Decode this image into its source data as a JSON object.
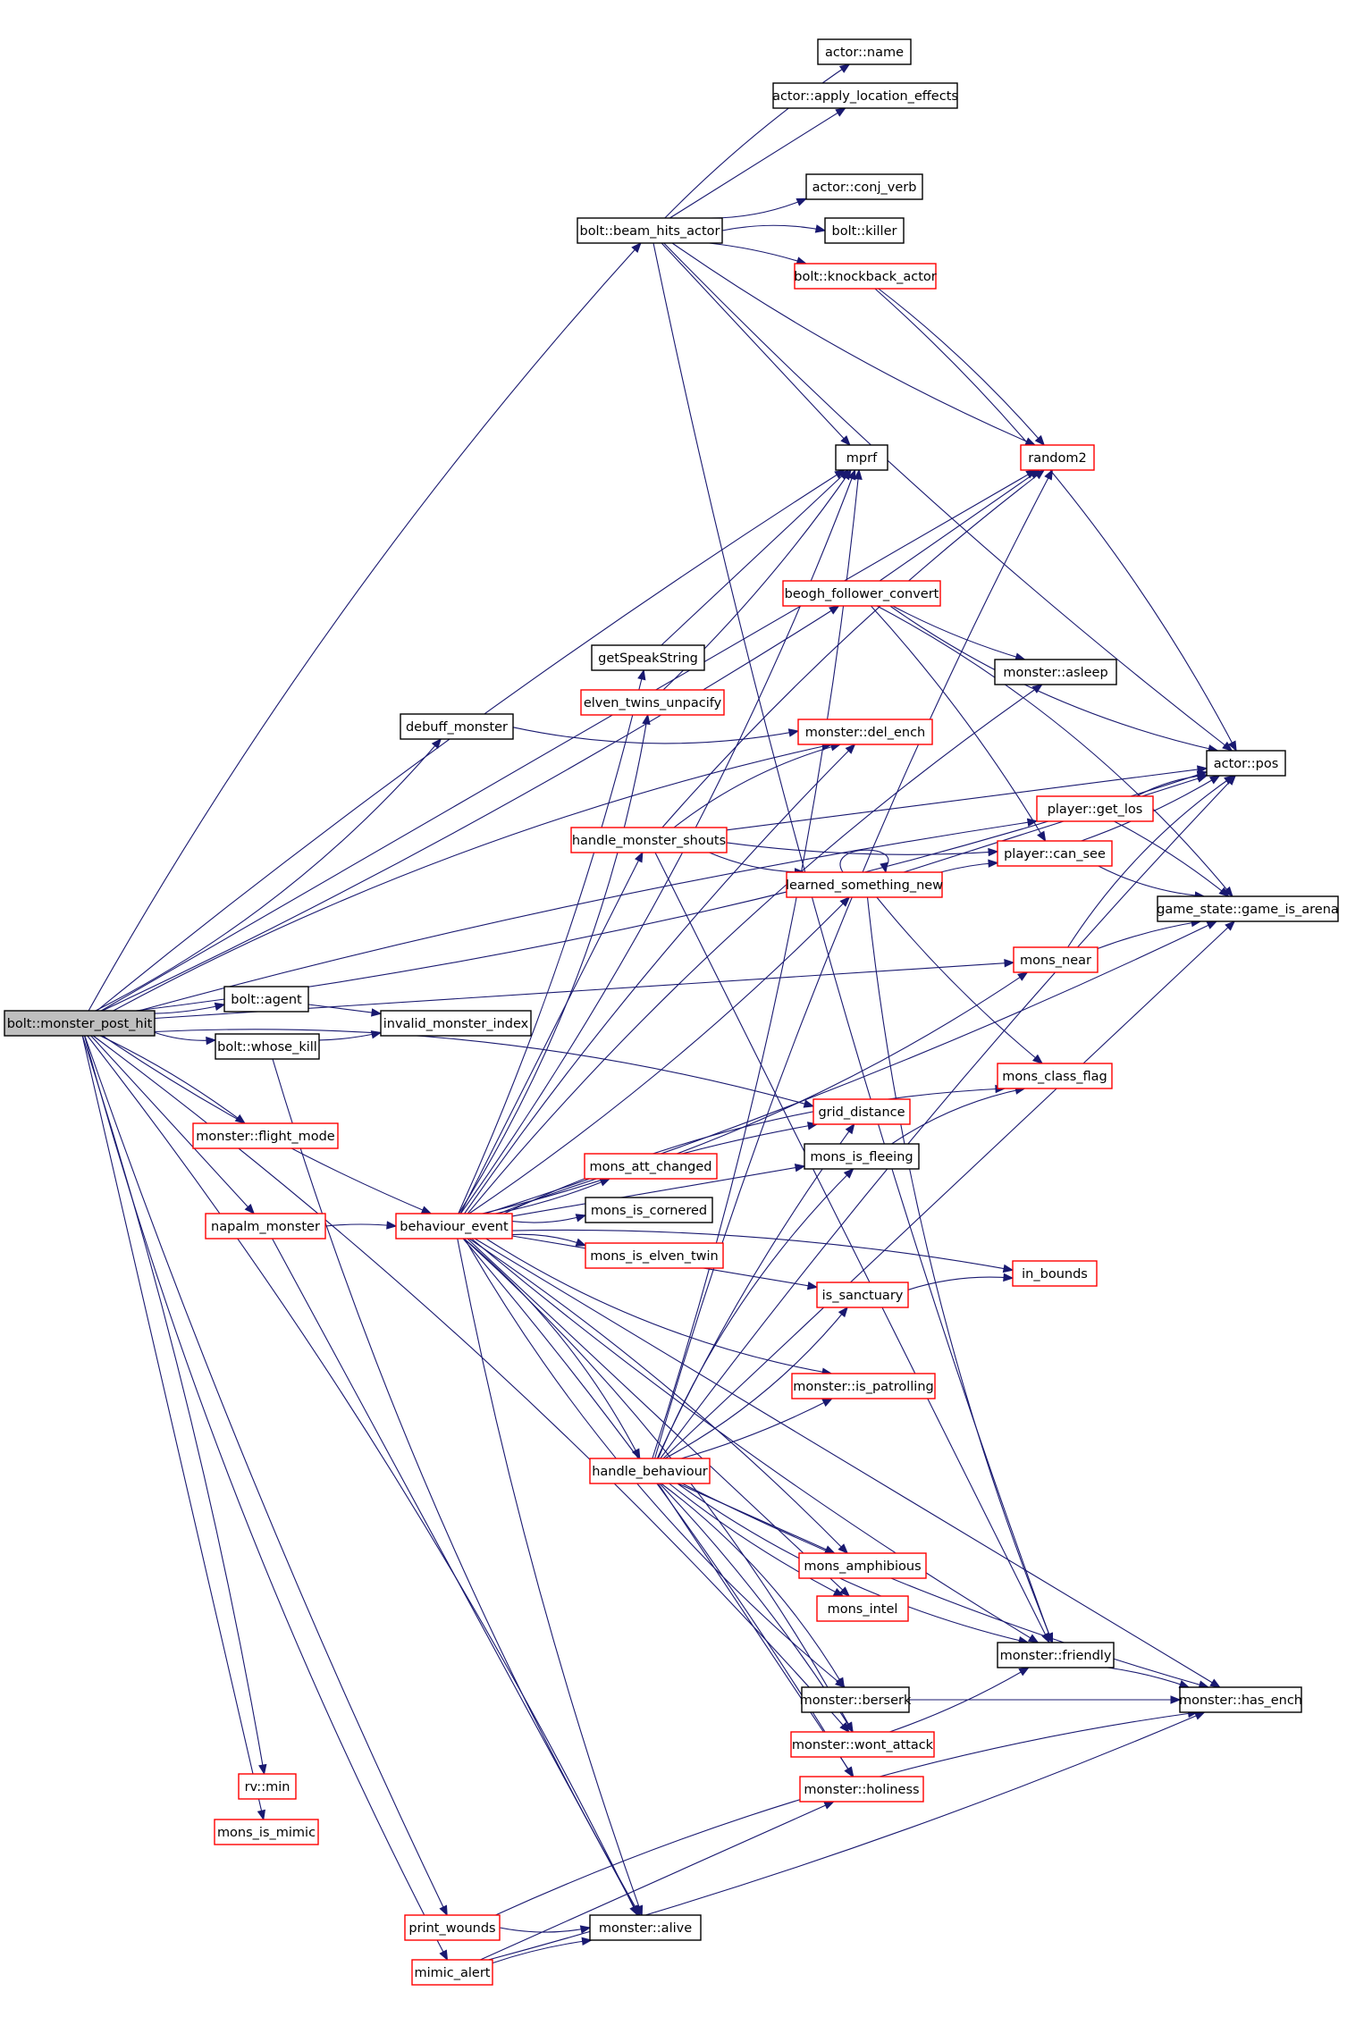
{
  "colors": {
    "edge": "#191970",
    "root_fill": "#bfbfbf",
    "node_fill": "#ffffff",
    "border_normal": "#000000",
    "border_truncated": "#ff0000"
  },
  "nodes": [
    {
      "id": "root",
      "label": "bolt::monster_post_hit",
      "style": "root"
    },
    {
      "id": "actor_name",
      "label": "actor::name",
      "style": "normal"
    },
    {
      "id": "actor_apply",
      "label": "actor::apply_location_effects",
      "style": "normal"
    },
    {
      "id": "actor_conj",
      "label": "actor::conj_verb",
      "style": "normal"
    },
    {
      "id": "bolt_beam",
      "label": "bolt::beam_hits_actor",
      "style": "normal"
    },
    {
      "id": "bolt_killer",
      "label": "bolt::killer",
      "style": "normal"
    },
    {
      "id": "bolt_knock",
      "label": "bolt::knockback_actor",
      "style": "truncated"
    },
    {
      "id": "mprf",
      "label": "mprf",
      "style": "normal"
    },
    {
      "id": "random2",
      "label": "random2",
      "style": "truncated"
    },
    {
      "id": "beogh",
      "label": "beogh_follower_convert",
      "style": "truncated"
    },
    {
      "id": "getspeak",
      "label": "getSpeakString",
      "style": "normal"
    },
    {
      "id": "asleep",
      "label": "monster::asleep",
      "style": "normal"
    },
    {
      "id": "elven_unpac",
      "label": "elven_twins_unpacify",
      "style": "truncated"
    },
    {
      "id": "debuff",
      "label": "debuff_monster",
      "style": "normal"
    },
    {
      "id": "del_ench",
      "label": "monster::del_ench",
      "style": "truncated"
    },
    {
      "id": "actor_pos",
      "label": "actor::pos",
      "style": "normal"
    },
    {
      "id": "get_los",
      "label": "player::get_los",
      "style": "truncated"
    },
    {
      "id": "shouts",
      "label": "handle_monster_shouts",
      "style": "truncated"
    },
    {
      "id": "can_see",
      "label": "player::can_see",
      "style": "truncated"
    },
    {
      "id": "learned",
      "label": "learned_something_new",
      "style": "truncated"
    },
    {
      "id": "arena",
      "label": "game_state::game_is_arena",
      "style": "normal"
    },
    {
      "id": "mons_near",
      "label": "mons_near",
      "style": "truncated"
    },
    {
      "id": "bolt_agent",
      "label": "bolt::agent",
      "style": "normal"
    },
    {
      "id": "invalid",
      "label": "invalid_monster_index",
      "style": "normal"
    },
    {
      "id": "whose_kill",
      "label": "bolt::whose_kill",
      "style": "normal"
    },
    {
      "id": "class_flag",
      "label": "mons_class_flag",
      "style": "truncated"
    },
    {
      "id": "grid_dist",
      "label": "grid_distance",
      "style": "truncated"
    },
    {
      "id": "flight",
      "label": "monster::flight_mode",
      "style": "truncated"
    },
    {
      "id": "is_fleeing",
      "label": "mons_is_fleeing",
      "style": "normal"
    },
    {
      "id": "att_changed",
      "label": "mons_att_changed",
      "style": "truncated"
    },
    {
      "id": "napalm",
      "label": "napalm_monster",
      "style": "truncated"
    },
    {
      "id": "behaviour",
      "label": "behaviour_event",
      "style": "truncated"
    },
    {
      "id": "cornered",
      "label": "mons_is_cornered",
      "style": "normal"
    },
    {
      "id": "elven_twin",
      "label": "mons_is_elven_twin",
      "style": "truncated"
    },
    {
      "id": "in_bounds",
      "label": "in_bounds",
      "style": "truncated"
    },
    {
      "id": "sanctuary",
      "label": "is_sanctuary",
      "style": "truncated"
    },
    {
      "id": "patrolling",
      "label": "monster::is_patrolling",
      "style": "truncated"
    },
    {
      "id": "handle_beh",
      "label": "handle_behaviour",
      "style": "truncated"
    },
    {
      "id": "amphibious",
      "label": "mons_amphibious",
      "style": "truncated"
    },
    {
      "id": "intel",
      "label": "mons_intel",
      "style": "truncated"
    },
    {
      "id": "friendly",
      "label": "monster::friendly",
      "style": "normal"
    },
    {
      "id": "berserk",
      "label": "monster::berserk",
      "style": "normal"
    },
    {
      "id": "has_ench",
      "label": "monster::has_ench",
      "style": "normal"
    },
    {
      "id": "wont_attack",
      "label": "monster::wont_attack",
      "style": "truncated"
    },
    {
      "id": "rv_min",
      "label": "rv::min",
      "style": "truncated"
    },
    {
      "id": "holiness",
      "label": "monster::holiness",
      "style": "truncated"
    },
    {
      "id": "is_mimic",
      "label": "mons_is_mimic",
      "style": "truncated"
    },
    {
      "id": "print_wounds",
      "label": "print_wounds",
      "style": "truncated"
    },
    {
      "id": "alive",
      "label": "monster::alive",
      "style": "normal"
    },
    {
      "id": "mimic_alert",
      "label": "mimic_alert",
      "style": "truncated"
    }
  ],
  "edges": [
    [
      "root",
      "bolt_beam"
    ],
    [
      "root",
      "mprf"
    ],
    [
      "root",
      "random2"
    ],
    [
      "root",
      "beogh"
    ],
    [
      "root",
      "debuff"
    ],
    [
      "root",
      "del_ench"
    ],
    [
      "root",
      "get_los"
    ],
    [
      "root",
      "mons_near"
    ],
    [
      "root",
      "bolt_agent"
    ],
    [
      "root",
      "whose_kill"
    ],
    [
      "root",
      "grid_dist"
    ],
    [
      "root",
      "flight"
    ],
    [
      "root",
      "napalm"
    ],
    [
      "root",
      "behaviour"
    ],
    [
      "root",
      "actor_pos"
    ],
    [
      "root",
      "wont_attack"
    ],
    [
      "root",
      "rv_min"
    ],
    [
      "root",
      "is_mimic"
    ],
    [
      "root",
      "print_wounds"
    ],
    [
      "root",
      "mimic_alert"
    ],
    [
      "root",
      "alive"
    ],
    [
      "bolt_beam",
      "actor_name"
    ],
    [
      "bolt_beam",
      "actor_apply"
    ],
    [
      "bolt_beam",
      "actor_pos"
    ],
    [
      "bolt_beam",
      "actor_conj"
    ],
    [
      "bolt_beam",
      "bolt_killer"
    ],
    [
      "bolt_beam",
      "bolt_knock"
    ],
    [
      "bolt_beam",
      "mprf"
    ],
    [
      "bolt_beam",
      "random2"
    ],
    [
      "bolt_beam",
      "friendly"
    ],
    [
      "bolt_knock",
      "actor_pos"
    ],
    [
      "bolt_knock",
      "random2"
    ],
    [
      "beogh",
      "random2"
    ],
    [
      "beogh",
      "asleep"
    ],
    [
      "beogh",
      "actor_pos"
    ],
    [
      "beogh",
      "arena"
    ],
    [
      "beogh",
      "can_see"
    ],
    [
      "getspeak",
      "mprf"
    ],
    [
      "elven_unpac",
      "mprf"
    ],
    [
      "debuff",
      "del_ench"
    ],
    [
      "get_los",
      "actor_pos"
    ],
    [
      "get_los",
      "arena"
    ],
    [
      "shouts",
      "actor_pos"
    ],
    [
      "shouts",
      "can_see"
    ],
    [
      "shouts",
      "learned"
    ],
    [
      "shouts",
      "del_ench"
    ],
    [
      "shouts",
      "random2"
    ],
    [
      "shouts",
      "friendly"
    ],
    [
      "can_see",
      "actor_pos"
    ],
    [
      "can_see",
      "arena"
    ],
    [
      "learned",
      "learned"
    ],
    [
      "learned",
      "can_see"
    ],
    [
      "learned",
      "actor_pos"
    ],
    [
      "learned",
      "class_flag"
    ],
    [
      "learned",
      "friendly"
    ],
    [
      "mons_near",
      "actor_pos"
    ],
    [
      "mons_near",
      "arena"
    ],
    [
      "bolt_agent",
      "invalid"
    ],
    [
      "whose_kill",
      "invalid"
    ],
    [
      "whose_kill",
      "alive"
    ],
    [
      "is_fleeing",
      "class_flag"
    ],
    [
      "napalm",
      "behaviour"
    ],
    [
      "napalm",
      "alive"
    ],
    [
      "behaviour",
      "getspeak"
    ],
    [
      "behaviour",
      "elven_unpac"
    ],
    [
      "behaviour",
      "asleep"
    ],
    [
      "behaviour",
      "del_ench"
    ],
    [
      "behaviour",
      "shouts"
    ],
    [
      "behaviour",
      "learned"
    ],
    [
      "behaviour",
      "mons_near"
    ],
    [
      "behaviour",
      "class_flag"
    ],
    [
      "behaviour",
      "grid_dist"
    ],
    [
      "behaviour",
      "is_fleeing"
    ],
    [
      "behaviour",
      "att_changed"
    ],
    [
      "behaviour",
      "cornered"
    ],
    [
      "behaviour",
      "elven_twin"
    ],
    [
      "behaviour",
      "in_bounds"
    ],
    [
      "behaviour",
      "sanctuary"
    ],
    [
      "behaviour",
      "arena"
    ],
    [
      "behaviour",
      "patrolling"
    ],
    [
      "behaviour",
      "handle_beh"
    ],
    [
      "behaviour",
      "amphibious"
    ],
    [
      "behaviour",
      "intel"
    ],
    [
      "behaviour",
      "friendly"
    ],
    [
      "behaviour",
      "berserk"
    ],
    [
      "behaviour",
      "wont_attack"
    ],
    [
      "behaviour",
      "holiness"
    ],
    [
      "behaviour",
      "has_ench"
    ],
    [
      "behaviour",
      "alive"
    ],
    [
      "behaviour",
      "mprf"
    ],
    [
      "sanctuary",
      "in_bounds"
    ],
    [
      "handle_beh",
      "actor_pos"
    ],
    [
      "handle_beh",
      "arena"
    ],
    [
      "handle_beh",
      "patrolling"
    ],
    [
      "handle_beh",
      "sanctuary"
    ],
    [
      "handle_beh",
      "is_fleeing"
    ],
    [
      "handle_beh",
      "grid_dist"
    ],
    [
      "handle_beh",
      "amphibious"
    ],
    [
      "handle_beh",
      "intel"
    ],
    [
      "handle_beh",
      "friendly"
    ],
    [
      "handle_beh",
      "berserk"
    ],
    [
      "handle_beh",
      "wont_attack"
    ],
    [
      "handle_beh",
      "holiness"
    ],
    [
      "handle_beh",
      "has_ench"
    ],
    [
      "handle_beh",
      "mprf"
    ],
    [
      "handle_beh",
      "random2"
    ],
    [
      "friendly",
      "has_ench"
    ],
    [
      "berserk",
      "has_ench"
    ],
    [
      "wont_attack",
      "friendly"
    ],
    [
      "print_wounds",
      "alive"
    ],
    [
      "print_wounds",
      "has_ench"
    ],
    [
      "mimic_alert",
      "alive"
    ],
    [
      "mimic_alert",
      "holiness"
    ],
    [
      "mimic_alert",
      "has_ench"
    ]
  ]
}
